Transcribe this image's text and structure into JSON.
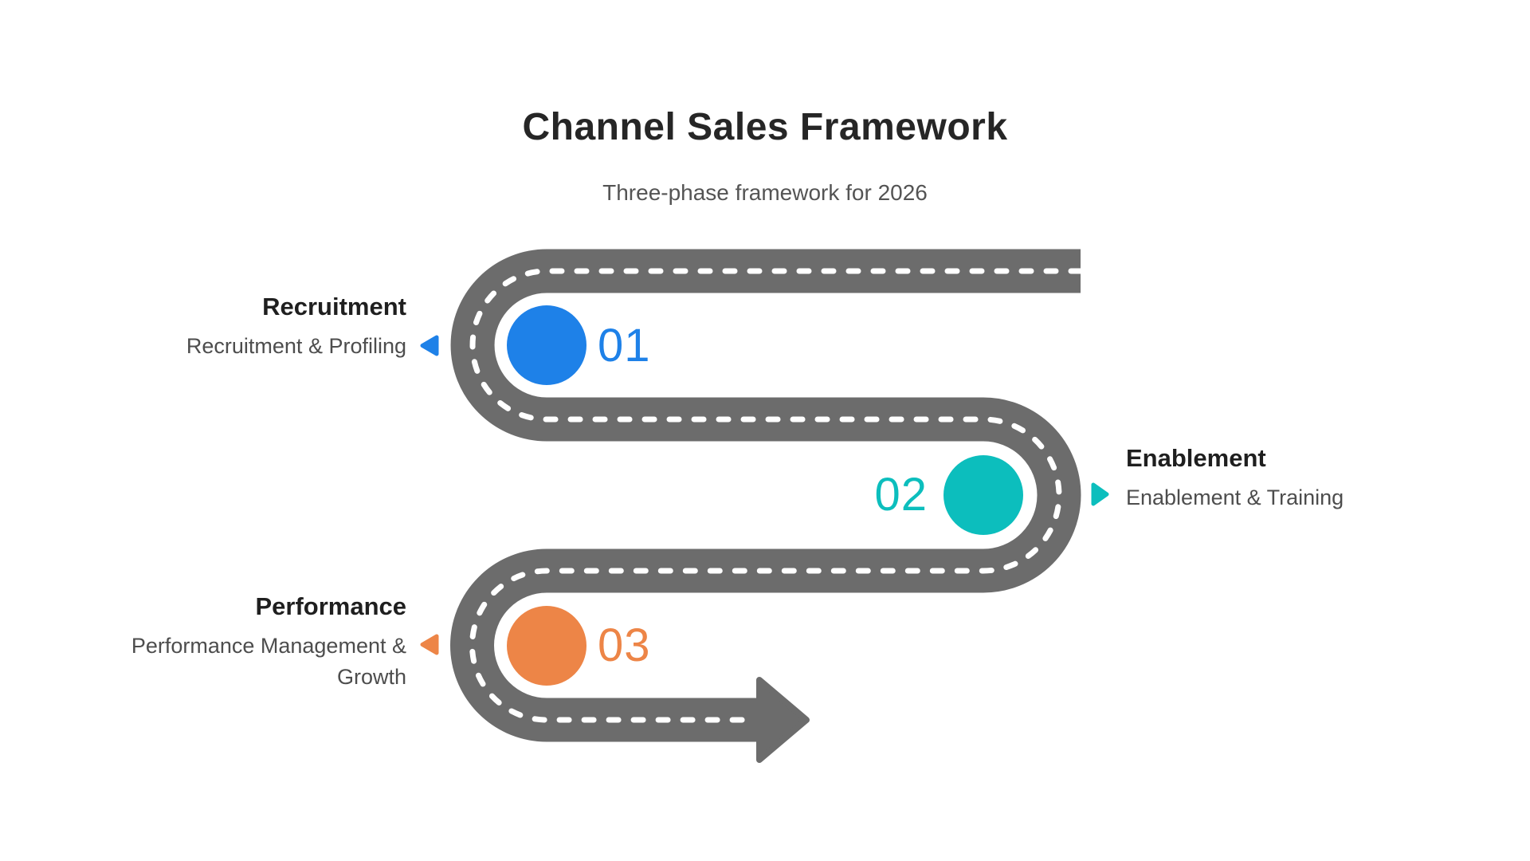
{
  "page": {
    "title": "Channel Sales Framework",
    "subtitle": "Three-phase framework for 2026"
  },
  "colors": {
    "road": "#6C6C6C",
    "road_center_line": "#FFFFFF",
    "title_text": "#262626",
    "subtitle_text": "#545454",
    "label_text": "#1F1F1F",
    "sublabel_text": "#4D4D4D",
    "background": "#FFFFFF"
  },
  "phases": [
    {
      "number": "01",
      "label": "Recruitment",
      "sublabel": "Recruitment & Profiling",
      "color": "#1E81E8",
      "marker_direction": "left"
    },
    {
      "number": "02",
      "label": "Enablement",
      "sublabel": "Enablement & Training",
      "color": "#0CBEBD",
      "marker_direction": "right"
    },
    {
      "number": "03",
      "label": "Performance",
      "sublabel": "Performance Management & Growth",
      "color": "#ED8547",
      "marker_direction": "left"
    }
  ]
}
